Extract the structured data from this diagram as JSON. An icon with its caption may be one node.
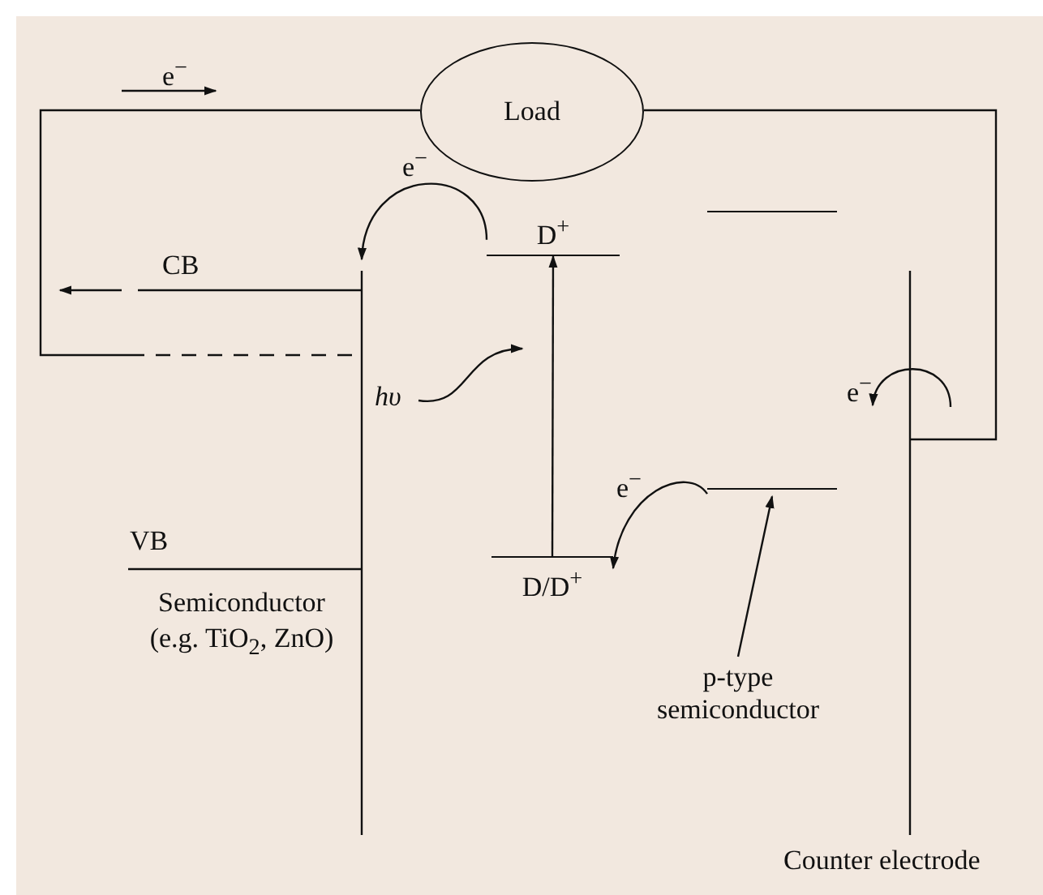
{
  "diagram": {
    "nodes": [
      {
        "text": [
          "Load"
        ]
      },
      {
        "text": [
          "D$^{+}$"
        ]
      },
      {
        "text": [
          "D/D$^{+}$"
        ]
      },
      {
        "text": [],
        "shape": "bar"
      },
      {
        "text": [],
        "shape": "bar"
      },
      {
        "text": [
          "p-type semiconductor"
        ]
      }
    ],
    "edges": [
      {
        "from": 2,
        "to": 1,
        "arrow": "to"
      },
      {
        "from": 1,
        "to": null,
        "arrow": "to",
        "label": "e$^{−}$"
      },
      {
        "from": 4,
        "to": 2,
        "arrow": "to",
        "label": "e$^{−}$"
      },
      {
        "from": 5,
        "to": 4,
        "arrow": "to"
      }
    ],
    "labels": [
      "e$^{−}$",
      "CB",
      "hυ",
      "VB",
      "Semiconductor (e.g. TiO$_{2}$, ZnO)",
      "e$^{−}$",
      "Counter electrode"
    ]
  }
}
